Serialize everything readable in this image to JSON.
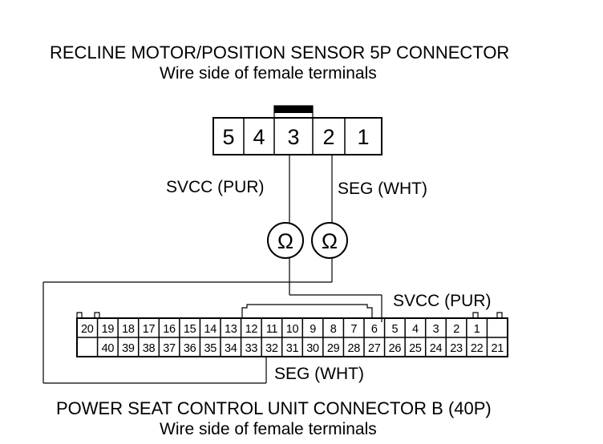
{
  "recline_connector": {
    "title": "RECLINE MOTOR/POSITION SENSOR 5P CONNECTOR",
    "subtitle": "Wire side of female terminals",
    "pins": [
      "5",
      "4",
      "3",
      "2",
      "1"
    ]
  },
  "probe_labels": {
    "svcc_top": "SVCC (PUR)",
    "seg_top": "SEG (WHT)",
    "svcc_bottom": "SVCC (PUR)",
    "seg_bottom": "SEG (WHT)"
  },
  "meter": {
    "symbol_left": "Ω",
    "symbol_right": "Ω"
  },
  "control_unit_connector": {
    "title": "POWER SEAT CONTROL UNIT CONNECTOR B (40P)",
    "subtitle": "Wire side of female terminals",
    "top_row": [
      "20",
      "19",
      "18",
      "17",
      "16",
      "15",
      "14",
      "13",
      "12",
      "11",
      "10",
      "9",
      "8",
      "7",
      "6",
      "5",
      "4",
      "3",
      "2",
      "1",
      ""
    ],
    "bottom_row": [
      "",
      "40",
      "39",
      "38",
      "37",
      "36",
      "35",
      "34",
      "33",
      "32",
      "31",
      "30",
      "29",
      "28",
      "27",
      "26",
      "25",
      "24",
      "23",
      "22",
      "21"
    ]
  }
}
